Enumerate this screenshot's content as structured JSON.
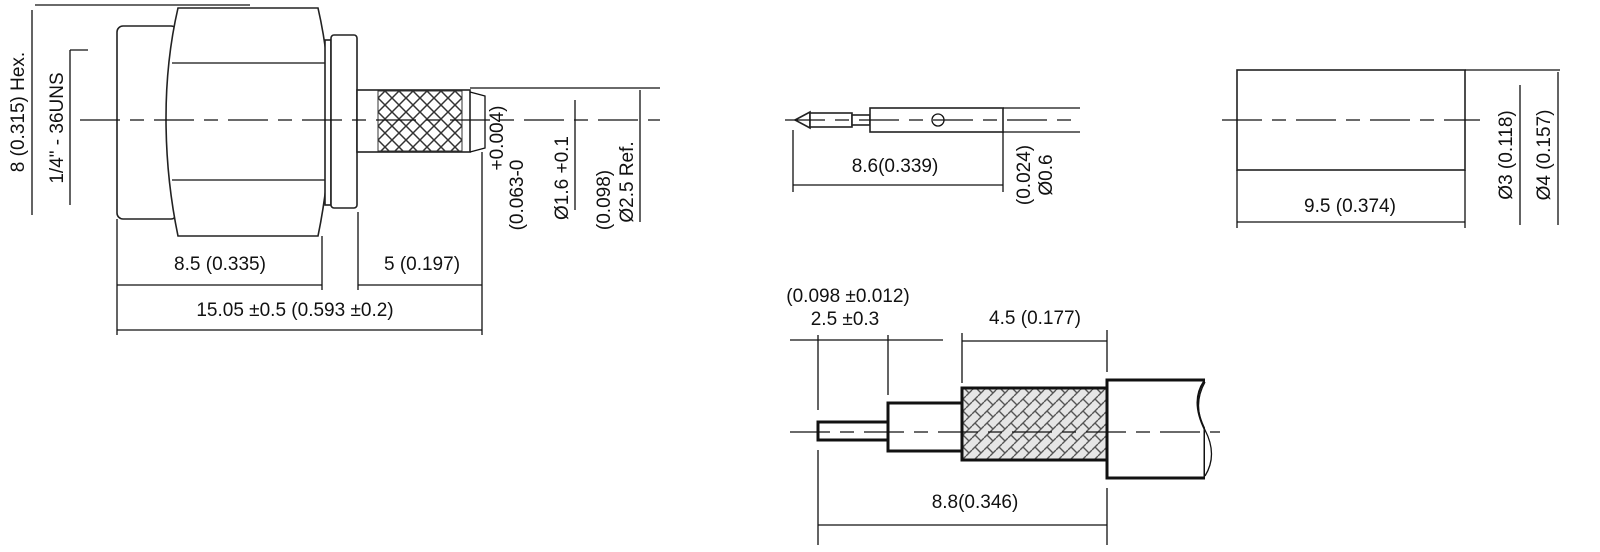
{
  "connector_view": {
    "hex": "8 (0.315) Hex.",
    "thread": "1/4\" - 36UNS",
    "hex_length": "8.5 (0.335)",
    "sleeve_length": "5 (0.197)",
    "total_length": "15.05 ±0.5 (0.593 ±0.2)",
    "sleeve_tol_in": "+0.004)",
    "sleeve_dia_in": "(0.063-0",
    "sleeve_dia_mm": "Ø1.6 +0.1",
    "ref_dia_in": "(0.098)",
    "ref_dia_mm": "Ø2.5 Ref."
  },
  "pin_view": {
    "length": "8.6(0.339)",
    "dia_in": "(0.024)",
    "dia_mm": "Ø0.6"
  },
  "ferrule_view": {
    "length": "9.5 (0.374)",
    "inner_dia": "Ø3 (0.118)",
    "outer_dia": "Ø4 (0.157)"
  },
  "cable_strip_view": {
    "pin_strip_in": "(0.098 ±0.012)",
    "pin_strip_mm": "2.5 ±0.3",
    "braid_length": "4.5 (0.177)",
    "total_strip": "8.8(0.346)"
  }
}
